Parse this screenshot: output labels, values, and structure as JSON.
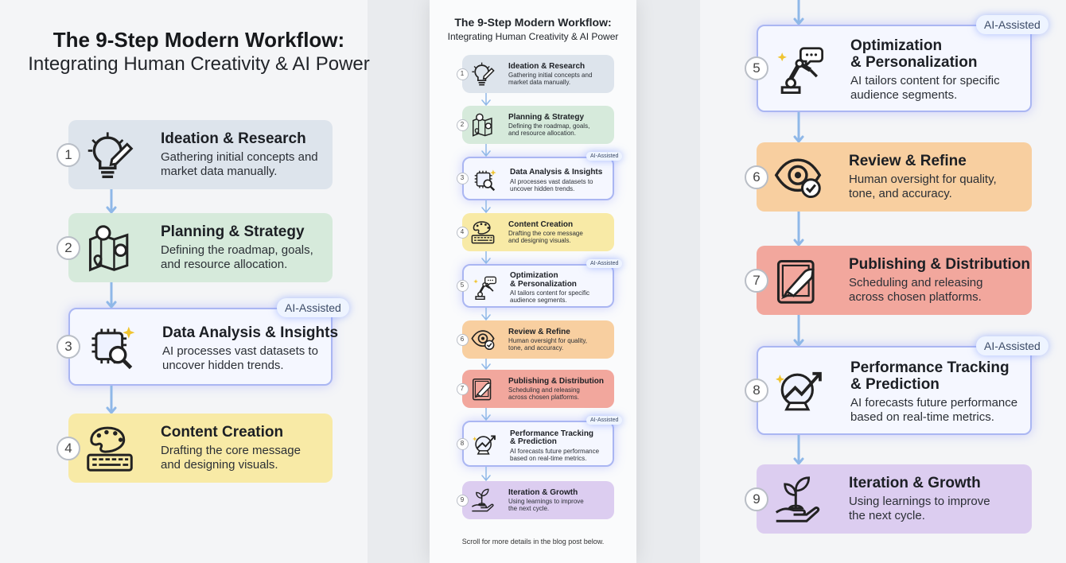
{
  "title_line1": "The 9-Step Modern Workflow:",
  "title_line2": "Integrating Human Creativity & AI Power",
  "ai_badge": "AI-Assisted",
  "footer": "Scroll for more details in the blog post below.",
  "steps": [
    {
      "num": "1",
      "title": "Ideation & Research",
      "title2": "",
      "desc1": "Gathering initial concepts and",
      "desc2": "market data manually.",
      "icon": "lightbulb-pencil-icon",
      "color": "#dde4ec",
      "ai": false
    },
    {
      "num": "2",
      "title": "Planning & Strategy",
      "title2": "",
      "desc1": "Defining the roadmap, goals,",
      "desc2": "and resource allocation.",
      "icon": "map-gears-icon",
      "color": "#d6eadb",
      "ai": false
    },
    {
      "num": "3",
      "title": "Data Analysis & Insights",
      "title2": "",
      "desc1": "AI processes vast datasets to",
      "desc2": "uncover hidden trends.",
      "icon": "chip-magnifier-icon",
      "color": "#f5f7ff",
      "ai": true
    },
    {
      "num": "4",
      "title": "Content Creation",
      "title2": "",
      "desc1": "Drafting the core message",
      "desc2": "and designing visuals.",
      "icon": "palette-keyboard-icon",
      "color": "#f8eaa6",
      "ai": false
    },
    {
      "num": "5",
      "title": "Optimization",
      "title2": "& Personalization",
      "desc1": "AI tailors content for specific",
      "desc2": "audience segments.",
      "icon": "robot-arm-icon",
      "color": "#f5f7ff",
      "ai": true
    },
    {
      "num": "6",
      "title": "Review & Refine",
      "title2": "",
      "desc1": "Human oversight for quality,",
      "desc2": "tone, and accuracy.",
      "icon": "eye-check-icon",
      "color": "#f8cfa0",
      "ai": false
    },
    {
      "num": "7",
      "title": "Publishing & Distribution",
      "title2": "",
      "desc1": "Scheduling and releasing",
      "desc2": "across chosen platforms.",
      "icon": "tablet-rocket-icon",
      "color": "#f2a79d",
      "ai": false
    },
    {
      "num": "8",
      "title": "Performance Tracking",
      "title2": "& Prediction",
      "desc1": "AI forecasts future performance",
      "desc2": "based on real-time metrics.",
      "icon": "crystal-ball-chart-icon",
      "color": "#f5f7ff",
      "ai": true
    },
    {
      "num": "9",
      "title": "Iteration & Growth",
      "title2": "",
      "desc1": "Using learnings to improve",
      "desc2": "the next cycle.",
      "icon": "hand-sprout-icon",
      "color": "#dccdf0",
      "ai": false
    }
  ]
}
